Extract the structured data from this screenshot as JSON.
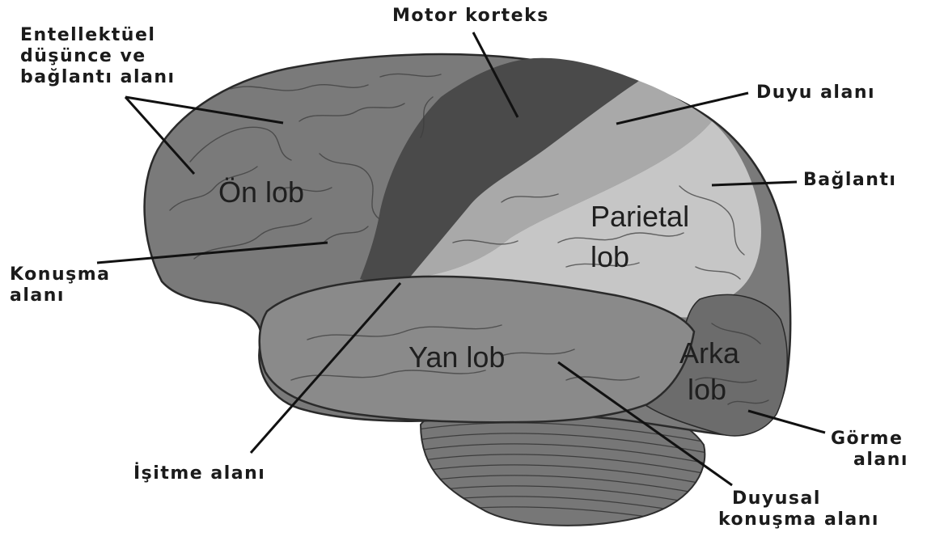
{
  "labels": {
    "motor_korteks": "Motor korteks",
    "entellektuel_1": "Entellektüel",
    "entellektuel_2": "düşünce ve",
    "entellektuel_3": "bağlantı alanı",
    "duyu_alani": "Duyu alanı",
    "baglanti": "Bağlantı",
    "konusma_1": "Konuşma",
    "konusma_2": "alanı",
    "isitme_alani": "İşitme alanı",
    "gorme_1": "Görme",
    "gorme_2": "alanı",
    "duyusal_1": "Duyusal",
    "duyusal_2": "konuşma alanı"
  },
  "lobes": {
    "on_lob": "Ön lob",
    "parietal_1": "Parietal",
    "parietal_2": "lob",
    "yan_lob": "Yan lob",
    "arka_1": "Arka",
    "arka_2": "lob"
  },
  "colors": {
    "frontal": "#7a7a7a",
    "motor_cortex": "#4a4a4a",
    "sensory_area": "#a9a9a9",
    "parietal": "#c6c6c6",
    "temporal": "#8a8a8a",
    "occipital": "#6c6c6c",
    "cerebellum": "#777777"
  }
}
